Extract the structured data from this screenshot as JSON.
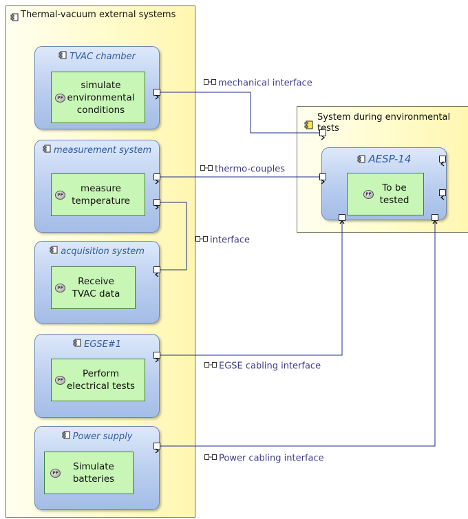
{
  "external_container": {
    "title": "Thermal-vacuum external systems"
  },
  "components": [
    {
      "id": "tvac",
      "title": "TVAC chamber",
      "function": [
        "simulate",
        "environmental",
        "conditions"
      ]
    },
    {
      "id": "meas",
      "title": "measurement system",
      "function": [
        "measure",
        "temperature"
      ]
    },
    {
      "id": "acq",
      "title": "acquisition system",
      "function": [
        "Receive",
        "TVAC data"
      ]
    },
    {
      "id": "egse",
      "title": "EGSE#1",
      "function": [
        "Perform",
        "electrical tests"
      ]
    },
    {
      "id": "power",
      "title": "Power supply",
      "function": [
        "Simulate",
        "batteries"
      ]
    }
  ],
  "system_container": {
    "title_line1": "System during environmental",
    "title_line2": "tests"
  },
  "system_component": {
    "title": "AESP-14",
    "function": [
      "To be",
      "tested"
    ]
  },
  "exchanges": {
    "mechanical": "mechanical interface",
    "thermo": "thermo-couples",
    "interface": "interface",
    "egse": "EGSE cabling interface",
    "power": "Power cabling interface"
  },
  "function_icon_text": "PF",
  "colors": {
    "container_fill": "#fffbc8",
    "component_fill": "#b9cdee",
    "component_title": "#2e5aa0",
    "function_fill": "#c8f6b6",
    "link_color": "#1f2d8c",
    "exchange_label": "#3b3b8a"
  }
}
